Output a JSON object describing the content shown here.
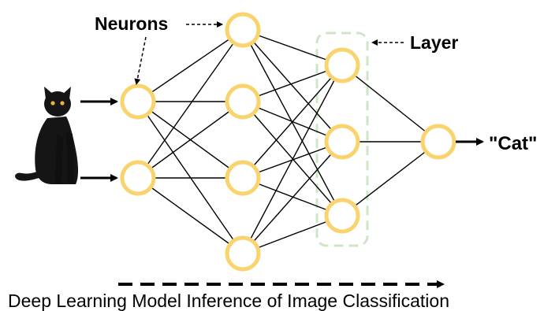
{
  "labels": {
    "neurons": "Neurons",
    "layer": "Layer",
    "output": "\"Cat\"",
    "caption": "Deep Learning Model Inference of Image Classification"
  },
  "colors": {
    "neuron_stroke": "#F9D46E",
    "neuron_fill": "#FFFFFF",
    "edge": "#000000",
    "layer_box": "#CFE5C8",
    "cat_fur": "#151515",
    "cat_eyes": "#E8B43A"
  },
  "network": {
    "layers": [
      {
        "name": "input",
        "neurons": 2
      },
      {
        "name": "hidden-1",
        "neurons": 4
      },
      {
        "name": "hidden-2",
        "neurons": 3
      },
      {
        "name": "output",
        "neurons": 1
      }
    ],
    "highlighted_layer": "hidden-2"
  },
  "input_image": {
    "icon": "black-cat-photo"
  }
}
